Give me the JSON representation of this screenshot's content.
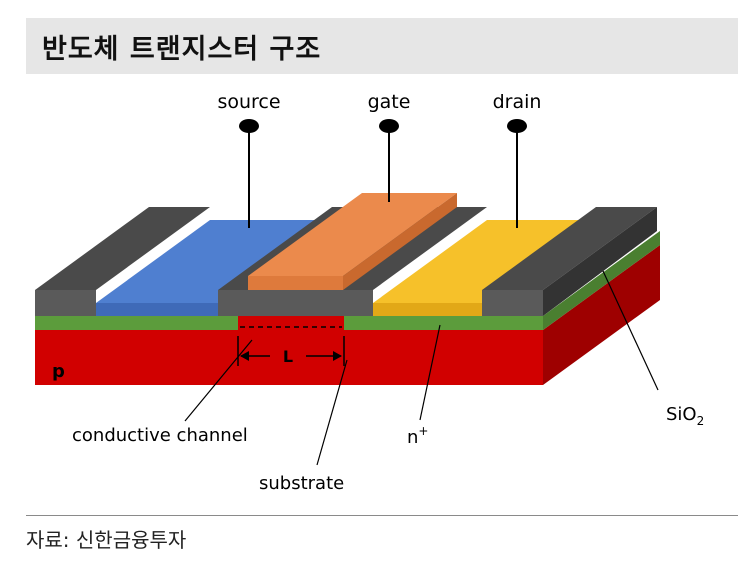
{
  "header": {
    "title": "반도체 트랜지스터 구조"
  },
  "terminals": {
    "source": "source",
    "gate": "gate",
    "drain": "drain"
  },
  "regions": {
    "p": "p",
    "channel_length": "L",
    "conductive_channel": "conductive channel",
    "substrate": "substrate",
    "n_plus_base": "n",
    "n_plus_sup": "+",
    "sio2_base": "SiO",
    "sio2_sub": "2"
  },
  "footer": {
    "source": "자료: 신한금융투자"
  },
  "colors": {
    "substrate_front": "#d10000",
    "substrate_side": "#9e0000",
    "oxide_green": "#5c9c3c",
    "oxide_green_side": "#4a7f30",
    "contact_gray": "#5a5a5a",
    "contact_gray_dark": "#3e3e3e",
    "source_blue": "#4f7fd0",
    "gate_orange": "#eb8a4c",
    "drain_yellow": "#f6c12a"
  }
}
